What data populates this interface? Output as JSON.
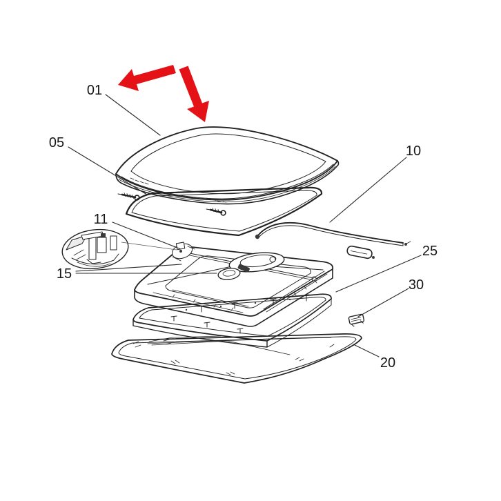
{
  "diagram": {
    "labels": [
      {
        "id": "01",
        "text": "01"
      },
      {
        "id": "05",
        "text": "05"
      },
      {
        "id": "10",
        "text": "10"
      },
      {
        "id": "11",
        "text": "11"
      },
      {
        "id": "15",
        "text": "15"
      },
      {
        "id": "25",
        "text": "25"
      },
      {
        "id": "30",
        "text": "30"
      },
      {
        "id": "20",
        "text": "20"
      }
    ],
    "arrows": [
      {
        "icon": "red-arrow-left-icon"
      },
      {
        "icon": "red-arrow-down-icon"
      }
    ]
  },
  "colors": {
    "arrow_red": "#e41117",
    "line": "#222222",
    "background": "#ffffff"
  }
}
